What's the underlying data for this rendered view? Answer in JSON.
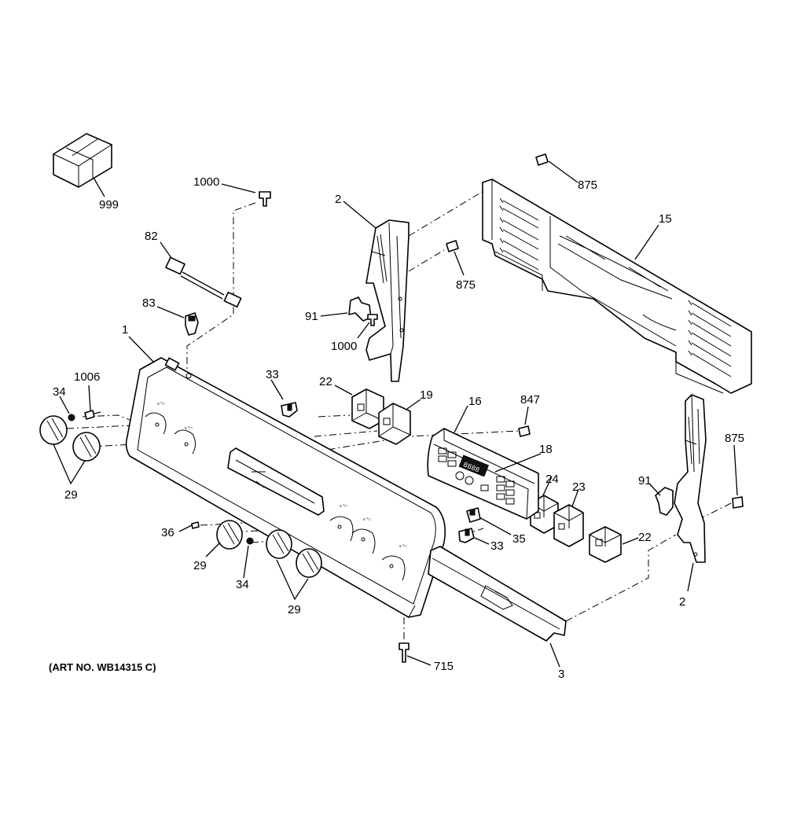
{
  "art_number": "(ART NO. WB14315 C)",
  "display_digits": "8888",
  "callouts": {
    "c999": "999",
    "c1000a": "1000",
    "c82": "82",
    "c83": "83",
    "c2a": "2",
    "c91a": "91",
    "c1000b": "1000",
    "c875a": "875",
    "c875b": "875",
    "c15": "15",
    "c1": "1",
    "c1006": "1006",
    "c34a": "34",
    "c33a": "33",
    "c22a": "22",
    "c19": "19",
    "c16": "16",
    "c847": "847",
    "c18": "18",
    "c875c": "875",
    "c29a": "29",
    "c24": "24",
    "c23": "23",
    "c91b": "91",
    "c36": "36",
    "c35": "35",
    "c33b": "33",
    "c22b": "22",
    "c29b": "29",
    "c34b": "34",
    "c29c": "29",
    "c2b": "2",
    "c715": "715",
    "c3": "3"
  }
}
